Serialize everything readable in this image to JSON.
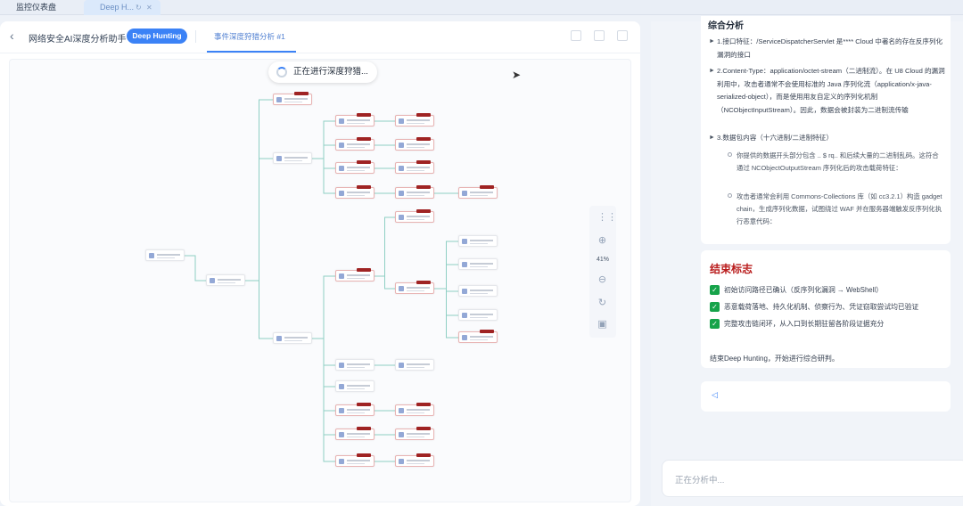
{
  "tabs": [
    {
      "label": "监控仪表盘"
    },
    {
      "label": "Deep H..."
    }
  ],
  "tab_icons": [
    "refresh-icon",
    "close-icon"
  ],
  "header": {
    "back_icon": "chevron-left-icon",
    "title": "网络安全AI深度分析助手",
    "mode_pill": "Deep Hunting",
    "subtab": "事件深度狩猎分析 #1"
  },
  "canvas": {
    "status": "正在进行深度狩猎...",
    "zoom_level": "41%"
  },
  "analysis": {
    "heading": "综合分析",
    "items": [
      "1.接口特征：/ServiceDispatcherServlet 是**** Cloud 中著名的存在反序列化漏洞的接口",
      "2.Content-Type：application/octet-stream（二进制流）。在 U8 Cloud 的漏洞利用中，攻击者通常不会使用标准的 Java 序列化流（application/x-java-serialized-object），而是使用用友自定义的序列化机制（NCObjectInputStream）。因此，数据会被封装为二进制流传输",
      "3.数据包内容（十六进制/二进制特征）"
    ],
    "subitems": [
      "你提供的数据开头部分包含 .. $ rq.. 和后续大量的二进制乱码。这符合通过 NCObjectOutputStream 序列化后的攻击载荷特征：",
      "攻击者通常会利用 Commons-Collections 库（如 cc3.2.1）构造 gadget chain，生成序列化数据，试图绕过 WAF 并在服务器端触发反序列化执行恶意代码："
    ]
  },
  "end": {
    "heading": "结束标志",
    "checks": [
      "初始访问路径已确认（反序列化漏洞 → WebShell）",
      "恶意载荷落地、持久化机制、侦察行为、凭证窃取尝试均已验证",
      "完整攻击链闭环，从入口到长期驻留各阶段证据充分"
    ],
    "summary": "结束Deep Hunting，开始进行综合研判。"
  },
  "input": {
    "placeholder": "正在分析中..."
  },
  "colors": {
    "accent": "#3b82f6",
    "danger": "#b91c1c",
    "success": "#16a34a"
  }
}
